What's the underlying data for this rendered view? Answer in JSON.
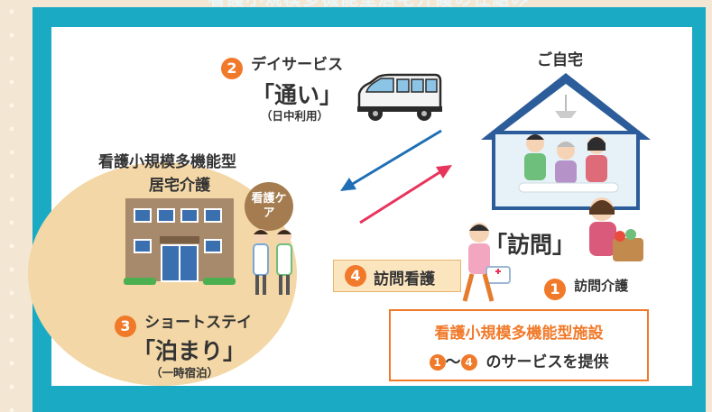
{
  "top_heading": "看護小規模多機能型居宅介護の仕組み",
  "day_service": {
    "number": "2",
    "title": "デイサービス",
    "big": "「通い」",
    "sub": "（日中利用）"
  },
  "home": {
    "label": "ご自宅"
  },
  "facility": {
    "title_line1": "看護小規模多機能型",
    "title_line2": "居宅介護",
    "badge": "看護ケア"
  },
  "short_stay": {
    "number": "3",
    "title": "ショートステイ",
    "big": "「泊まり」",
    "sub": "（一時宿泊）"
  },
  "visit": {
    "big": "「訪問」"
  },
  "visit_nursing": {
    "number": "4",
    "label": "訪問看護"
  },
  "visit_care": {
    "number": "1",
    "label": "訪問介護"
  },
  "info_box": {
    "line1": "看護小規模多機能型施設",
    "start": "1",
    "tilde": "〜",
    "end": "4",
    "line2": "のサービスを提供"
  },
  "colors": {
    "frame": "#1aaac4",
    "accent": "#f07a2a",
    "arrow_blue": "#1f6fb6",
    "arrow_red": "#e8345c",
    "circle": "#f3d7a6"
  },
  "icons": [
    "van-icon",
    "house-icon",
    "building-icon",
    "nurse-icon",
    "caregiver-icon",
    "family-icon"
  ]
}
